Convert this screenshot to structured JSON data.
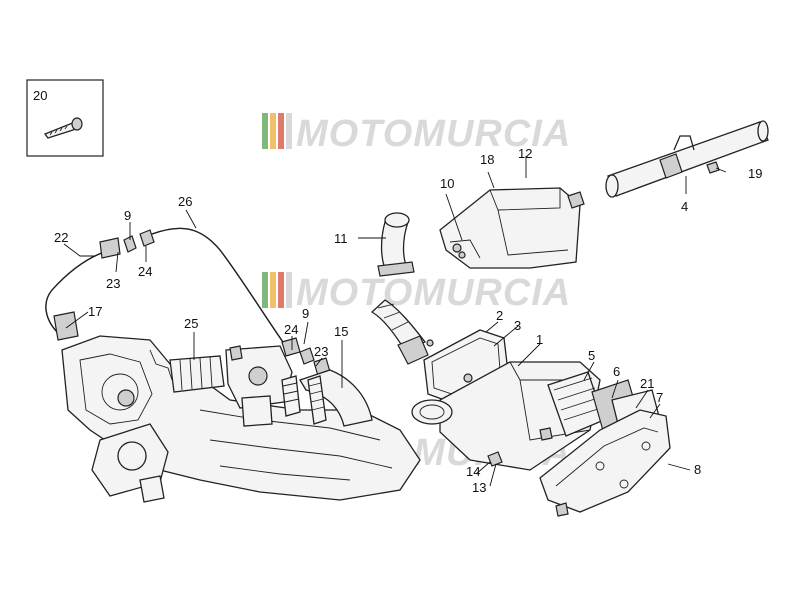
{
  "diagram": {
    "callouts": [
      "1",
      "2",
      "3",
      "4",
      "5",
      "6",
      "7",
      "8",
      "9",
      "9",
      "10",
      "11",
      "12",
      "13",
      "14",
      "15",
      "17",
      "18",
      "19",
      "20",
      "21",
      "22",
      "23",
      "23",
      "24",
      "24",
      "25",
      "26"
    ]
  },
  "watermark": {
    "text": "MOTOMURCIA",
    "colors": [
      "#7fb77e",
      "#f1c16a",
      "#e07a6a",
      "#d9d9d9"
    ]
  }
}
